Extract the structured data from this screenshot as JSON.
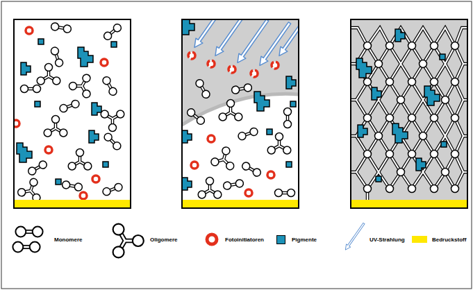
{
  "diagram": {
    "legend": [
      {
        "text": "Monomere"
      },
      {
        "text": "Oligomere"
      },
      {
        "text": "Fotoinitiatoren"
      },
      {
        "text": "Pigmente",
        "color": "#1c92b8"
      },
      {
        "text": "UV-Strahlung"
      },
      {
        "text": "Bedruckstoff",
        "color": "#ffe800"
      }
    ]
  }
}
